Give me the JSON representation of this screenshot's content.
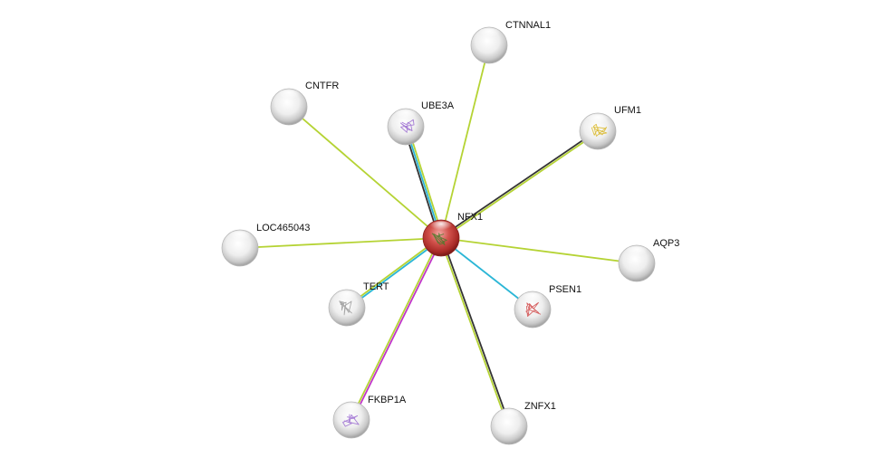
{
  "center": {
    "id": "NFX1",
    "label": "NFX1",
    "color": "#c0302f"
  },
  "nodes": [
    {
      "id": "CTNNAL1",
      "label": "CTNNAL1",
      "structure": "none"
    },
    {
      "id": "CNTFR",
      "label": "CNTFR",
      "structure": "none"
    },
    {
      "id": "UBE3A",
      "label": "UBE3A",
      "structure": "purple"
    },
    {
      "id": "UFM1",
      "label": "UFM1",
      "structure": "yellow"
    },
    {
      "id": "LOC465043",
      "label": "LOC465043",
      "structure": "none"
    },
    {
      "id": "AQP3",
      "label": "AQP3",
      "structure": "none"
    },
    {
      "id": "TERT",
      "label": "TERT",
      "structure": "grey"
    },
    {
      "id": "PSEN1",
      "label": "PSEN1",
      "structure": "red"
    },
    {
      "id": "FKBP1A",
      "label": "FKBP1A",
      "structure": "purple"
    },
    {
      "id": "ZNFX1",
      "label": "ZNFX1",
      "structure": "none"
    }
  ],
  "edges": [
    {
      "target": "CTNNAL1",
      "colors": [
        "#b5d334"
      ]
    },
    {
      "target": "CNTFR",
      "colors": [
        "#b5d334"
      ]
    },
    {
      "target": "UBE3A",
      "colors": [
        "#333333",
        "#2bb6d6",
        "#b5d334"
      ]
    },
    {
      "target": "UFM1",
      "colors": [
        "#333333",
        "#b5d334"
      ]
    },
    {
      "target": "LOC465043",
      "colors": [
        "#b5d334"
      ]
    },
    {
      "target": "AQP3",
      "colors": [
        "#b5d334"
      ]
    },
    {
      "target": "TERT",
      "colors": [
        "#2bb6d6",
        "#b5d334"
      ]
    },
    {
      "target": "PSEN1",
      "colors": [
        "#2bb6d6"
      ]
    },
    {
      "target": "FKBP1A",
      "colors": [
        "#c034c8",
        "#b5d334"
      ]
    },
    {
      "target": "ZNFX1",
      "colors": [
        "#333333",
        "#b5d334"
      ]
    }
  ],
  "structure_colors": {
    "purple": "#9a6ad0",
    "yellow": "#d8b624",
    "grey": "#9a9a9a",
    "red": "#d04848"
  }
}
